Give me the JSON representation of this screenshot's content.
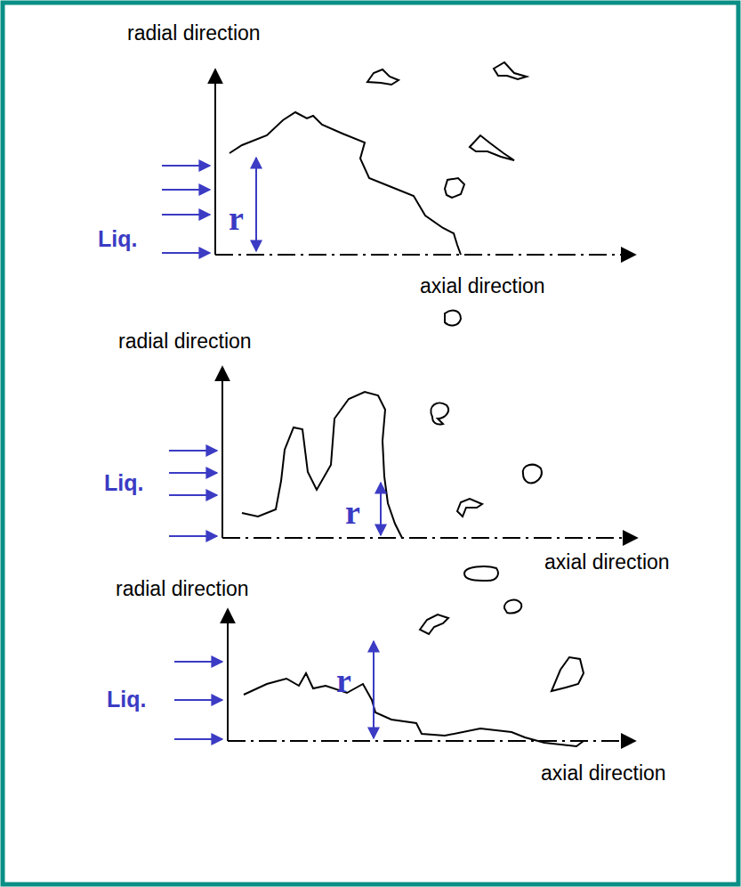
{
  "diagram": {
    "labels": [
      "radial direction",
      "Liq.",
      "r",
      "axial direction",
      "radial direction",
      "Liq.",
      "r",
      "axial direction",
      "radial direction",
      "Liq.",
      "r",
      "axial direction"
    ]
  }
}
